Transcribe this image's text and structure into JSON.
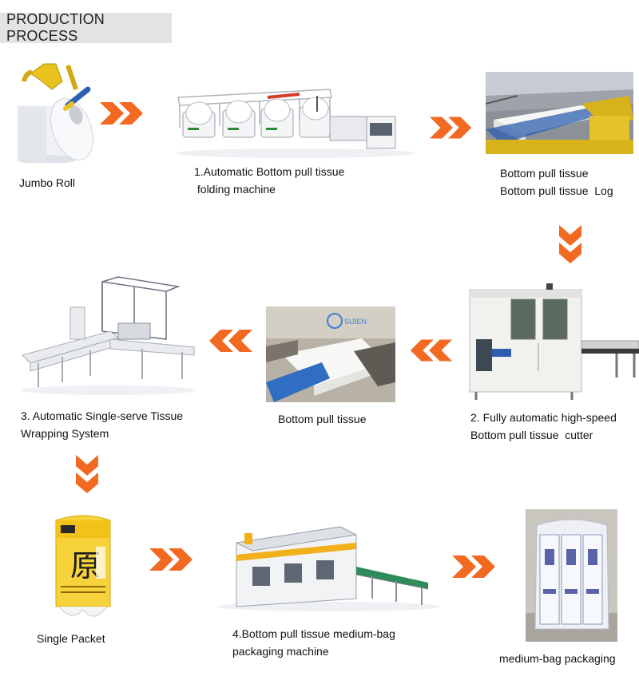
{
  "title": "PRODUCTION PROCESS",
  "accent_color": "#f26a21",
  "steps": [
    {
      "id": "jumbo-roll",
      "lines": [
        "Jumbo Roll"
      ]
    },
    {
      "id": "folding-machine",
      "lines": [
        "1.Automatic Bottom pull tissue",
        " folding machine"
      ]
    },
    {
      "id": "tissue-log",
      "lines": [
        "Bottom pull tissue",
        "Bottom pull tissue  Log"
      ]
    },
    {
      "id": "cutter",
      "lines": [
        "2. Fully automatic high-speed",
        "Bottom pull tissue  cutter"
      ]
    },
    {
      "id": "bottom-pull-tissue",
      "lines": [
        "Bottom pull tissue"
      ]
    },
    {
      "id": "wrapping-system",
      "lines": [
        "3. Automatic Single-serve Tissue",
        "Wrapping System"
      ]
    },
    {
      "id": "single-packet",
      "lines": [
        "Single Packet"
      ]
    },
    {
      "id": "packaging-machine",
      "lines": [
        "4.Bottom pull tissue medium-bag",
        "packaging machine"
      ]
    },
    {
      "id": "medium-bag",
      "lines": [
        "medium-bag packaging"
      ]
    }
  ],
  "arrows": [
    {
      "from": "jumbo-roll",
      "to": "folding-machine",
      "direction": "right"
    },
    {
      "from": "folding-machine",
      "to": "tissue-log",
      "direction": "right"
    },
    {
      "from": "tissue-log",
      "to": "cutter",
      "direction": "down"
    },
    {
      "from": "cutter",
      "to": "bottom-pull-tissue",
      "direction": "left"
    },
    {
      "from": "bottom-pull-tissue",
      "to": "wrapping-system",
      "direction": "left"
    },
    {
      "from": "wrapping-system",
      "to": "single-packet",
      "direction": "down"
    },
    {
      "from": "single-packet",
      "to": "packaging-machine",
      "direction": "right"
    },
    {
      "from": "packaging-machine",
      "to": "medium-bag",
      "direction": "right"
    }
  ],
  "packet_glyph": "原"
}
